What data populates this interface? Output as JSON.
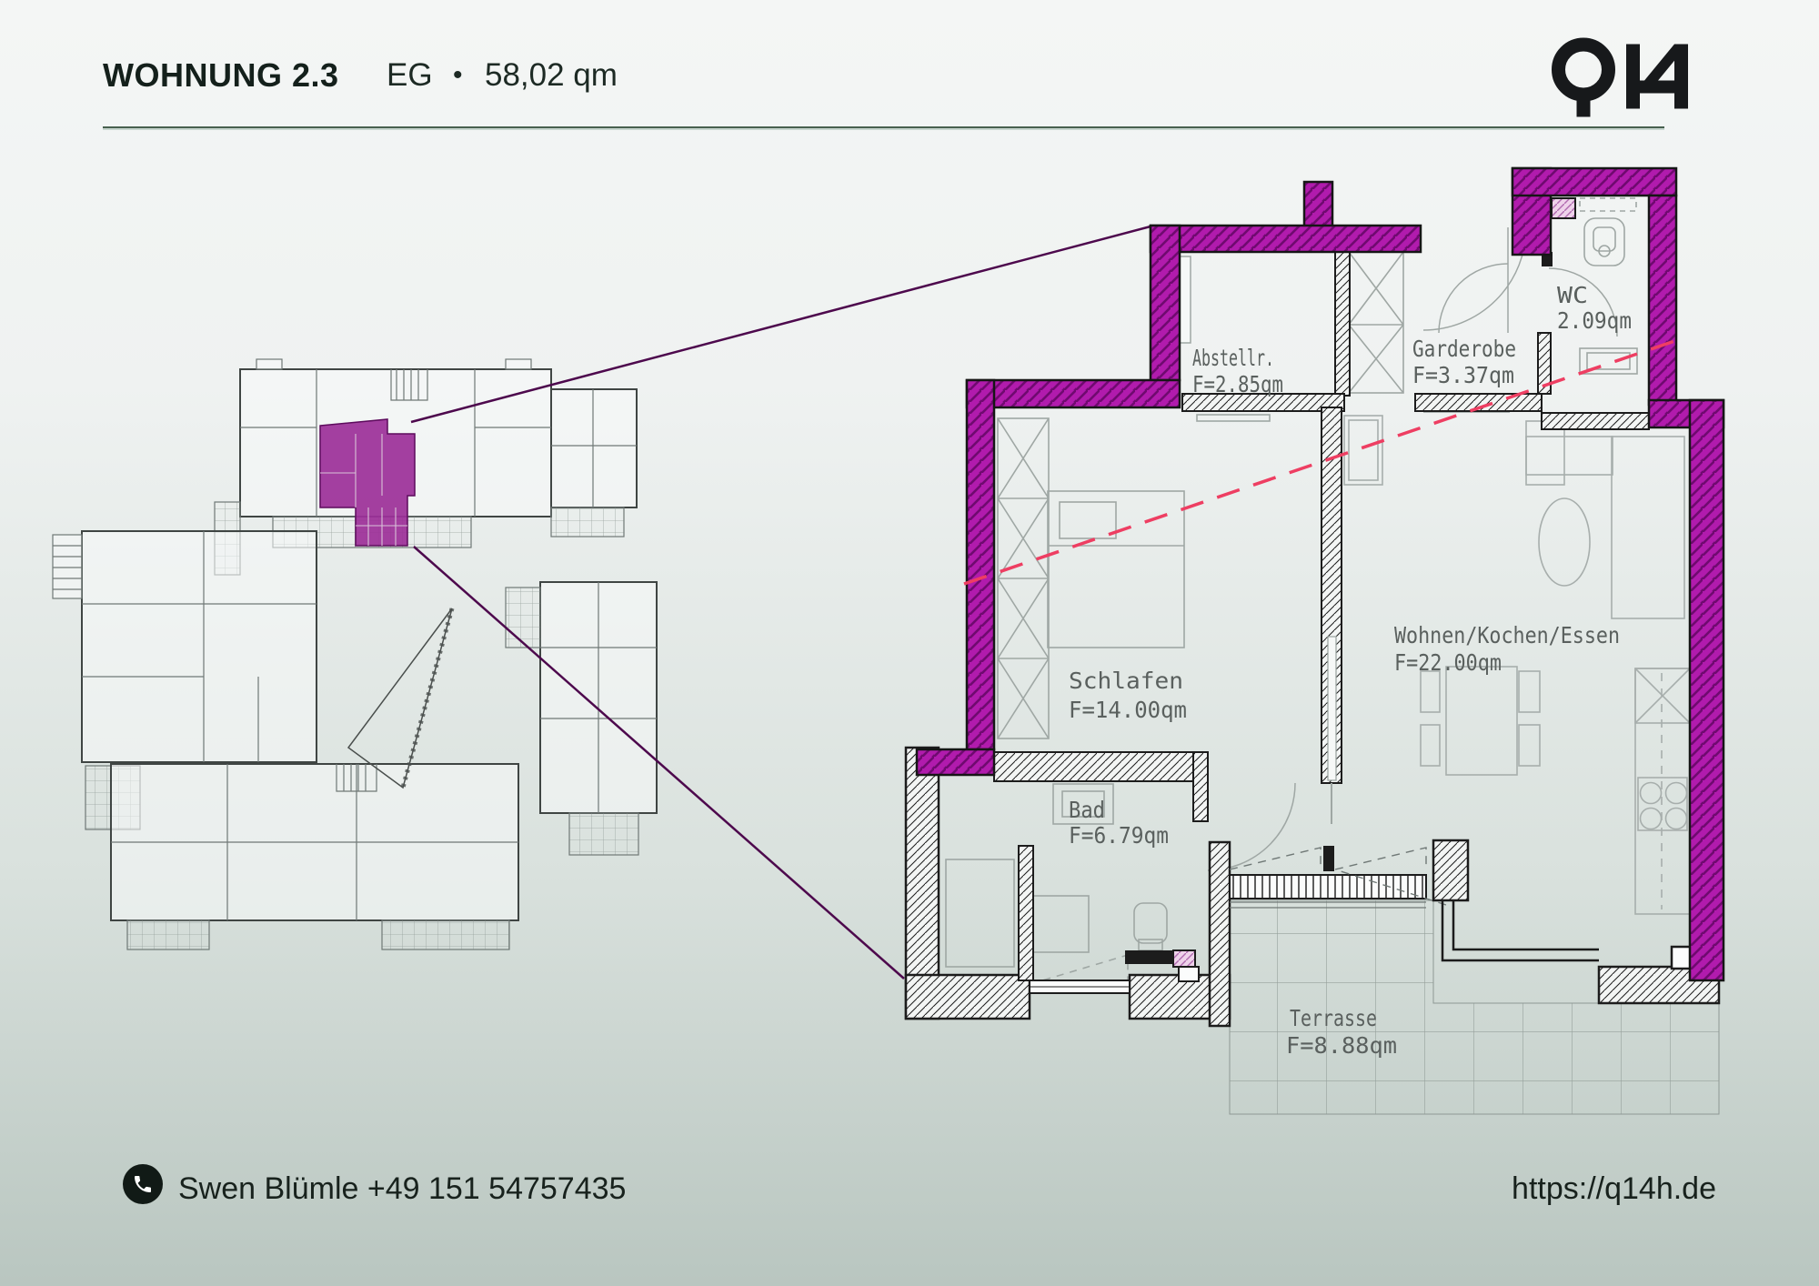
{
  "header": {
    "title": "WOHNUNG 2.3",
    "floor": "EG",
    "bullet": "•",
    "area": "58,02 qm"
  },
  "logo": {
    "text": "Q14"
  },
  "plan": {
    "rooms": [
      {
        "name": "Abstellr.",
        "area": "F=2.85qm"
      },
      {
        "name": "Garderobe",
        "area": "F=3.37qm"
      },
      {
        "name": "WC",
        "area": "2.09qm"
      },
      {
        "name": "Schlafen",
        "area": "F=14.00qm"
      },
      {
        "name": "Wohnen/Kochen/Essen",
        "area": "F=22.00qm"
      },
      {
        "name": "Bad",
        "area": "F=6.79qm"
      },
      {
        "name": "Terrasse",
        "area": "F=8.88qm"
      }
    ]
  },
  "footer": {
    "contact": "Swen Blümle +49 151 54757435",
    "website": "https://q14h.de"
  },
  "colors": {
    "accent_purple": "#b11bad",
    "hatch_purple": "#700a70",
    "connector_purple": "#4d094d",
    "section_red": "#ee3e62",
    "divider_green": "#47604f",
    "ink": "#15211c",
    "label_gray": "#5a605e"
  }
}
